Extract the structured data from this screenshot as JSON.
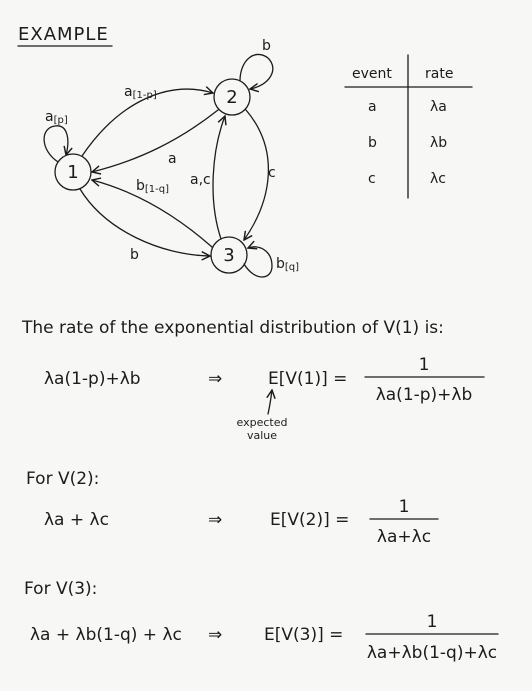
{
  "title": "EXAMPLE",
  "diagram": {
    "nodes": [
      {
        "id": "1",
        "label": "1"
      },
      {
        "id": "2",
        "label": "2"
      },
      {
        "id": "3",
        "label": "3"
      }
    ],
    "edges": [
      {
        "from": "1",
        "to": "1",
        "label": "a",
        "sub": "[p]"
      },
      {
        "from": "1",
        "to": "2",
        "label": "a",
        "sub": "[1-p]"
      },
      {
        "from": "2",
        "to": "2",
        "label": "b",
        "sub": ""
      },
      {
        "from": "2",
        "to": "1",
        "label": "a",
        "sub": ""
      },
      {
        "from": "2",
        "to": "3",
        "label": "c",
        "sub": ""
      },
      {
        "from": "3",
        "to": "2",
        "label": "a,c",
        "sub": ""
      },
      {
        "from": "3",
        "to": "1",
        "label": "b",
        "sub": "[1-q]"
      },
      {
        "from": "1",
        "to": "3",
        "label": "b",
        "sub": ""
      },
      {
        "from": "3",
        "to": "3",
        "label": "b",
        "sub": "[q]"
      }
    ]
  },
  "rate_table": {
    "headers": [
      "event",
      "rate"
    ],
    "rows": [
      {
        "event": "a",
        "rate": "λa"
      },
      {
        "event": "b",
        "rate": "λb"
      },
      {
        "event": "c",
        "rate": "λc"
      }
    ]
  },
  "intro": "The rate of the exponential distribution of V(1) is:",
  "sections": [
    {
      "heading": "",
      "rate": "λa(1-p)+λb",
      "arrow": "⇒",
      "expectation": "E[V(1)] =",
      "numerator": "1",
      "denominator": "λa(1-p)+λb",
      "annotation": "expected value"
    },
    {
      "heading": "For V(2):",
      "rate": "λa + λc",
      "arrow": "⇒",
      "expectation": "E[V(2)] =",
      "numerator": "1",
      "denominator": "λa+λc",
      "annotation": ""
    },
    {
      "heading": "For V(3):",
      "rate": "λa + λb(1-q) + λc",
      "arrow": "⇒",
      "expectation": "E[V(3)] =",
      "numerator": "1",
      "denominator": "λa+λb(1-q)+λc",
      "annotation": ""
    }
  ]
}
